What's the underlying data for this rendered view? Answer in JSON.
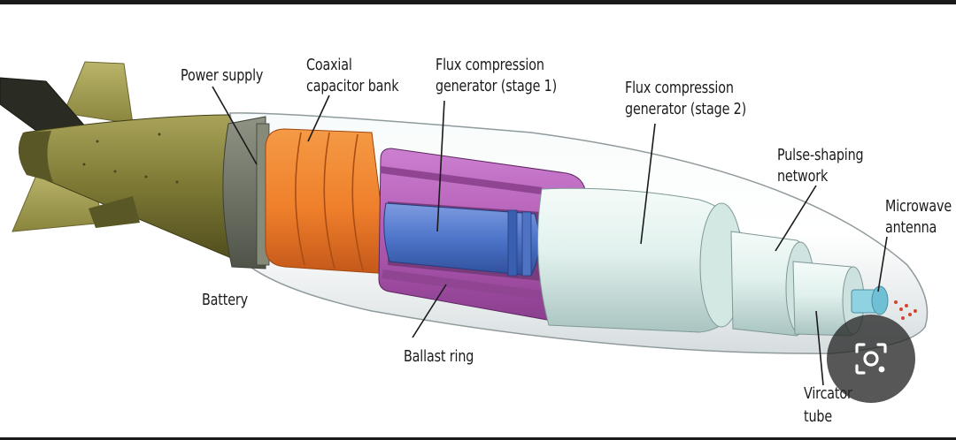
{
  "labels": {
    "power_supply": "Power supply",
    "coaxial_line1": "Coaxial",
    "coaxial_line2": "capacitor bank",
    "flux1_line1": "Flux compression",
    "flux1_line2": "generator (stage 1)",
    "flux2_line1": "Flux compression",
    "flux2_line2": "generator (stage 2)",
    "pulse_line1": "Pulse-shaping",
    "pulse_line2": "network",
    "microwave_line1": "Microwave",
    "microwave_line2": "antenna",
    "battery": "Battery",
    "ballast": "Ballast ring",
    "vircator_line1": "Vircator",
    "vircator_line2": "tube"
  },
  "colors": {
    "casing": "#7e7a34",
    "capacitor": "#f07f2c",
    "flux_outer": "#b15bb4",
    "flux_core": "#4d74c9",
    "stage2": "#dbeeea",
    "shell": "#eef3f4"
  },
  "overlay": {
    "icon": "image-search-icon"
  }
}
